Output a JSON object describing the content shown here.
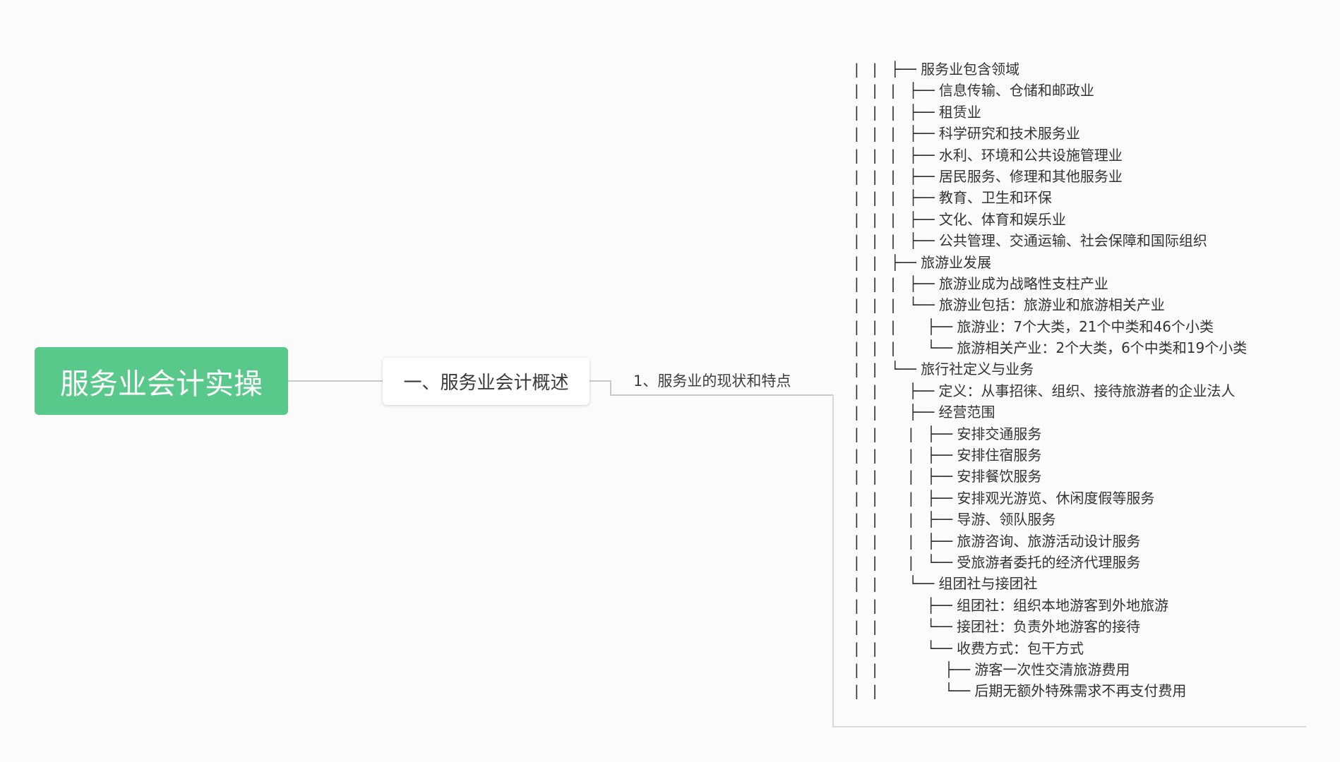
{
  "mindmap": {
    "root": {
      "label": "服务业会计实操",
      "color": "#58c98b"
    },
    "level1": {
      "label": "一、服务业会计概述"
    },
    "level2": {
      "label": "1、服务业的现状和特点"
    },
    "tree_lines": [
      {
        "prefix": "|   |   ├── ",
        "text": "服务业包含领域"
      },
      {
        "prefix": "|   |   |   ├── ",
        "text": "信息传输、仓储和邮政业"
      },
      {
        "prefix": "|   |   |   ├── ",
        "text": "租赁业"
      },
      {
        "prefix": "|   |   |   ├── ",
        "text": "科学研究和技术服务业"
      },
      {
        "prefix": "|   |   |   ├── ",
        "text": "水利、环境和公共设施管理业"
      },
      {
        "prefix": "|   |   |   ├── ",
        "text": "居民服务、修理和其他服务业"
      },
      {
        "prefix": "|   |   |   ├── ",
        "text": "教育、卫生和环保"
      },
      {
        "prefix": "|   |   |   ├── ",
        "text": "文化、体育和娱乐业"
      },
      {
        "prefix": "|   |   |   ├── ",
        "text": "公共管理、交通运输、社会保障和国际组织"
      },
      {
        "prefix": "|   |   ├── ",
        "text": "旅游业发展"
      },
      {
        "prefix": "|   |   |   ├── ",
        "text": "旅游业成为战略性支柱产业"
      },
      {
        "prefix": "|   |   |   └── ",
        "text": "旅游业包括：旅游业和旅游相关产业"
      },
      {
        "prefix": "|   |   |       ├── ",
        "text": "旅游业：7个大类，21个中类和46个小类"
      },
      {
        "prefix": "|   |   |       └── ",
        "text": "旅游相关产业：2个大类，6个中类和19个小类"
      },
      {
        "prefix": "|   |   └── ",
        "text": "旅行社定义与业务"
      },
      {
        "prefix": "|   |       ├── ",
        "text": "定义：从事招徕、组织、接待旅游者的企业法人"
      },
      {
        "prefix": "|   |       ├── ",
        "text": "经营范围"
      },
      {
        "prefix": "|   |       |   ├── ",
        "text": "安排交通服务"
      },
      {
        "prefix": "|   |       |   ├── ",
        "text": "安排住宿服务"
      },
      {
        "prefix": "|   |       |   ├── ",
        "text": "安排餐饮服务"
      },
      {
        "prefix": "|   |       |   ├── ",
        "text": "安排观光游览、休闲度假等服务"
      },
      {
        "prefix": "|   |       |   ├── ",
        "text": "导游、领队服务"
      },
      {
        "prefix": "|   |       |   ├── ",
        "text": "旅游咨询、旅游活动设计服务"
      },
      {
        "prefix": "|   |       |   └── ",
        "text": "受旅游者委托的经济代理服务"
      },
      {
        "prefix": "|   |       └── ",
        "text": "组团社与接团社"
      },
      {
        "prefix": "|   |           ├── ",
        "text": "组团社：组织本地游客到外地旅游"
      },
      {
        "prefix": "|   |           └── ",
        "text": "接团社：负责外地游客的接待"
      },
      {
        "prefix": "|   |           └── ",
        "text": "收费方式：包干方式"
      },
      {
        "prefix": "|   |               ├── ",
        "text": "游客一次性交清旅游费用"
      },
      {
        "prefix": "|   |               └── ",
        "text": "后期无额外特殊需求不再支付费用"
      }
    ]
  }
}
